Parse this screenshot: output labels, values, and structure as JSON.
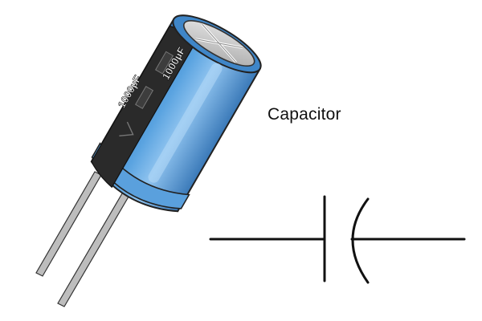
{
  "label": {
    "text": "Capacitor"
  },
  "capacitor": {
    "value_text_1": "1000µF",
    "value_text_2": "1000µF",
    "body_color": "#4a92d4",
    "body_highlight": "#8fc3ef",
    "stripe_color": "#2a2a2a",
    "top_color": "#c9c9c9",
    "lead_color": "#b8b8b8"
  },
  "symbol": {
    "name": "capacitor-symbol"
  }
}
